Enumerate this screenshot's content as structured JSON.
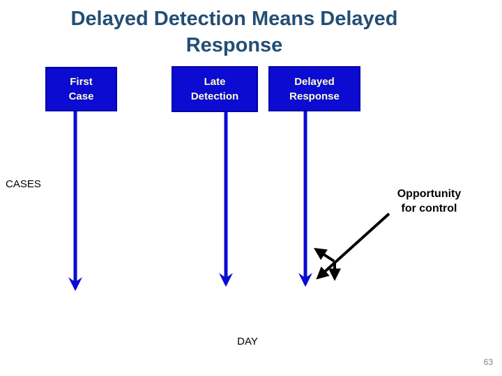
{
  "slide": {
    "title_line1": "Delayed Detection Means Delayed",
    "title_line2": "Response",
    "page_number": "63"
  },
  "boxes": [
    {
      "name": "first-case",
      "line1": "First",
      "line2": "Case"
    },
    {
      "name": "late-detection",
      "line1": "Late",
      "line2": "Detection"
    },
    {
      "name": "delayed-response",
      "line1": "Delayed",
      "line2": "Response"
    }
  ],
  "labels": {
    "y_axis": "CASES",
    "x_axis": "DAY",
    "annotation_line1": "Opportunity",
    "annotation_line2": "for control"
  },
  "colors": {
    "title_text": "#234e75",
    "box_fill": "#0b0bd2",
    "box_border": "#0000a6",
    "box_text": "#ffffcc",
    "arrow_blue": "#0b0bd2",
    "annotation_black": "#000000",
    "page_number_gray": "#7f7f7f"
  }
}
